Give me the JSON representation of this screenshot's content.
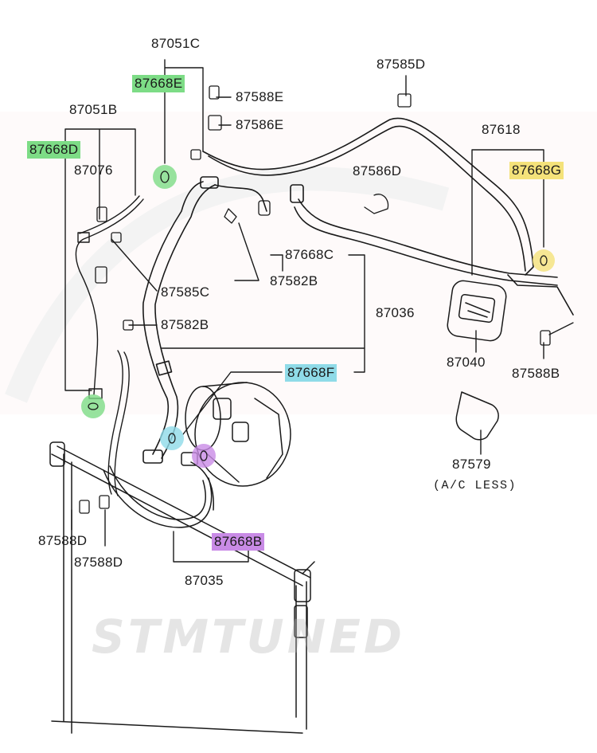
{
  "diagram": {
    "colors": {
      "green": "#7ddc86",
      "yellow": "#f4e27a",
      "cyan": "#8fdbe8",
      "purple": "#c98be6",
      "line": "#1a1a1a",
      "watermark": "#bdbdbd"
    },
    "labels": {
      "p87051C": "87051C",
      "p87668E": "87668E",
      "p87588E": "87588E",
      "p87586E": "87586E",
      "p87585D": "87585D",
      "p87618": "87618",
      "p87668G": "87668G",
      "p87051B": "87051B",
      "p87668D": "87668D",
      "p87076": "87076",
      "p87586D": "87586D",
      "p87668C": "87668C",
      "p87582B_top": "87582B",
      "p87585C": "87585C",
      "p87582B_mid": "87582B",
      "p87036": "87036",
      "p87040": "87040",
      "p87588B": "87588B",
      "p87668F": "87668F",
      "p87579": "87579",
      "ac_less": "(A/C LESS)",
      "p87588D_left": "87588D",
      "p87588D_right": "87588D",
      "p87668B": "87668B",
      "p87035": "87035"
    },
    "watermark": "STMTUNED"
  }
}
